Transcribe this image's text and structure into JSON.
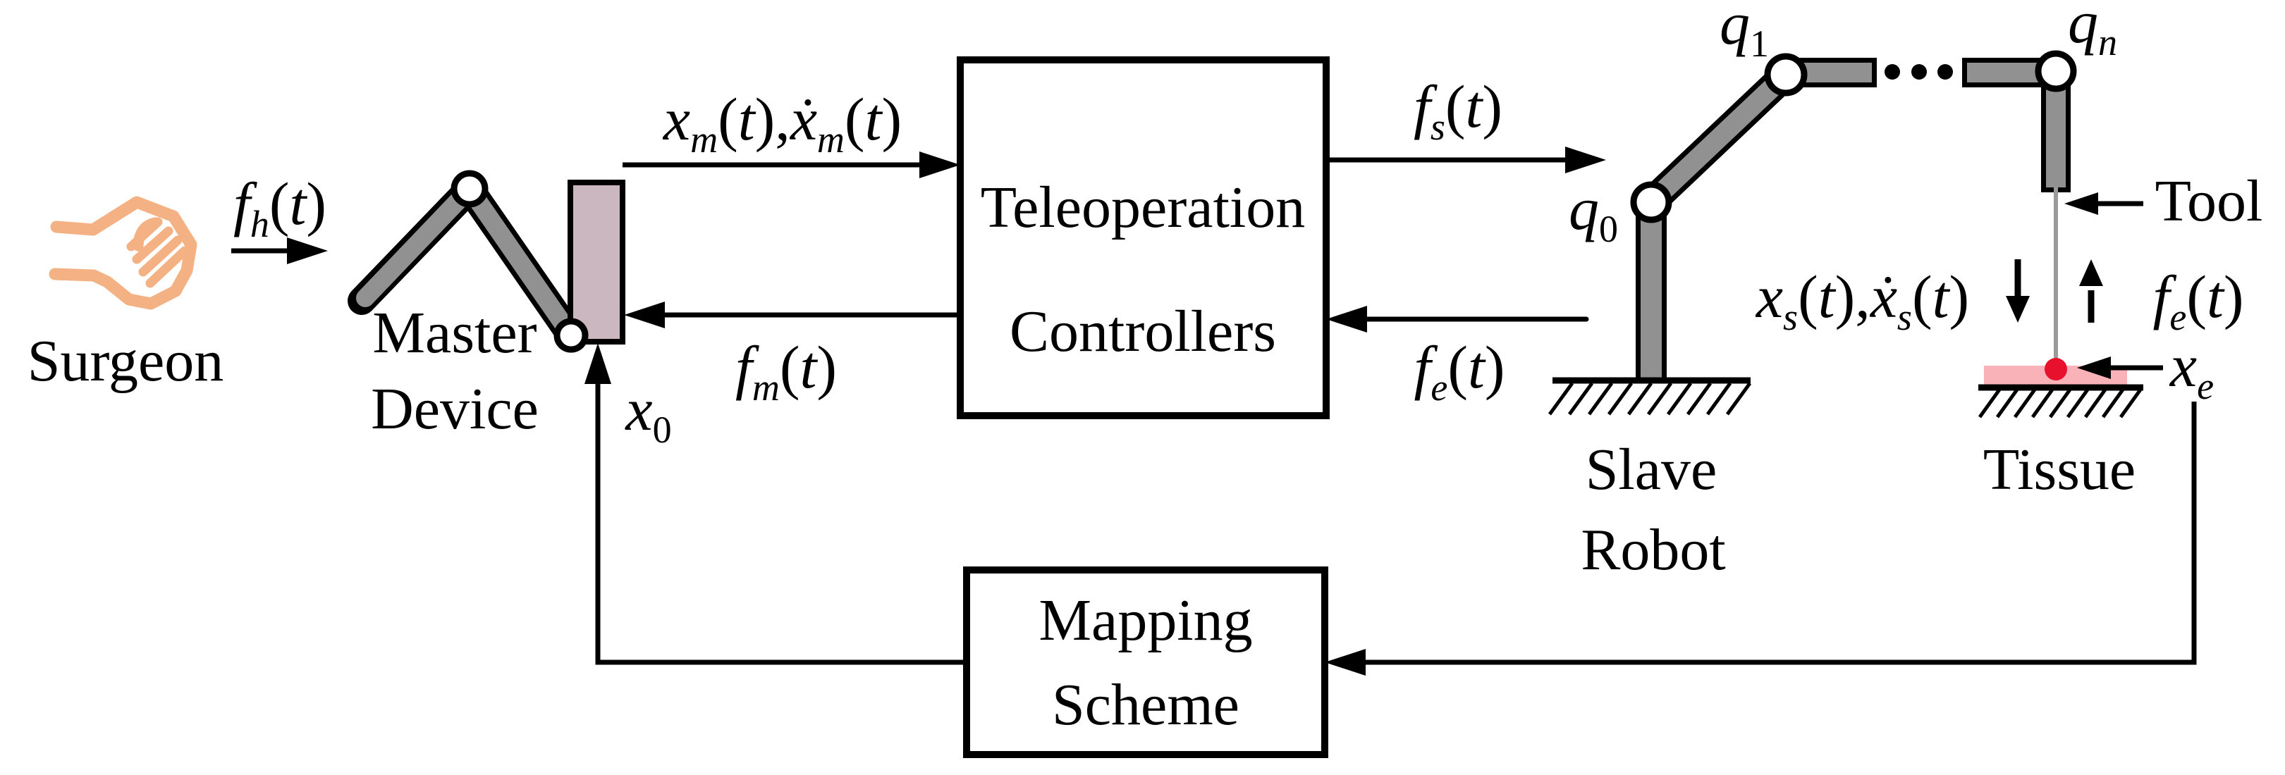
{
  "labels": {
    "surgeon": "Surgeon",
    "master_device_line1": "Master",
    "master_device_line2": "Device",
    "teleop_line1": "Teleoperation",
    "teleop_line2": "Controllers",
    "mapping_line1": "Mapping",
    "mapping_line2": "Scheme",
    "slave_line1": "Slave",
    "slave_line2": "Robot",
    "tissue": "Tissue",
    "tool": "Tool"
  },
  "math": {
    "f_h": [
      [
        "i",
        "f"
      ],
      [
        "s",
        "h"
      ],
      [
        "n",
        "("
      ],
      [
        "i",
        "t"
      ],
      [
        "n",
        ")"
      ]
    ],
    "x_m": [
      [
        "i",
        "x"
      ],
      [
        "s",
        "m"
      ],
      [
        "n",
        "("
      ],
      [
        "i",
        "t"
      ],
      [
        "n",
        "),"
      ],
      [
        "i",
        "ẋ"
      ],
      [
        "s",
        "m"
      ],
      [
        "n",
        "("
      ],
      [
        "i",
        "t"
      ],
      [
        "n",
        ")"
      ]
    ],
    "f_s": [
      [
        "i",
        "f"
      ],
      [
        "s",
        "s"
      ],
      [
        "n",
        "("
      ],
      [
        "i",
        "t"
      ],
      [
        "n",
        ")"
      ]
    ],
    "f_e_to_controllers": [
      [
        "i",
        "f"
      ],
      [
        "s",
        "e"
      ],
      [
        "n",
        "("
      ],
      [
        "i",
        "t"
      ],
      [
        "n",
        ")"
      ]
    ],
    "f_m": [
      [
        "i",
        "f"
      ],
      [
        "s",
        "m"
      ],
      [
        "n",
        "("
      ],
      [
        "i",
        "t"
      ],
      [
        "n",
        ")"
      ]
    ],
    "x_0": [
      [
        "i",
        "x"
      ],
      [
        "d",
        "0"
      ]
    ],
    "q_0": [
      [
        "i",
        "q"
      ],
      [
        "d",
        "0"
      ]
    ],
    "q_1": [
      [
        "i",
        "q"
      ],
      [
        "d",
        "1"
      ]
    ],
    "q_n": [
      [
        "i",
        "q"
      ],
      [
        "s",
        "n"
      ]
    ],
    "x_s": [
      [
        "i",
        "x"
      ],
      [
        "s",
        "s"
      ],
      [
        "n",
        "("
      ],
      [
        "i",
        "t"
      ],
      [
        "n",
        "),"
      ],
      [
        "i",
        "ẋ"
      ],
      [
        "s",
        "s"
      ],
      [
        "n",
        "("
      ],
      [
        "i",
        "t"
      ],
      [
        "n",
        ")"
      ]
    ],
    "f_e_env": [
      [
        "i",
        "f"
      ],
      [
        "s",
        "e"
      ],
      [
        "n",
        "("
      ],
      [
        "i",
        "t"
      ],
      [
        "n",
        ")"
      ]
    ],
    "x_e": [
      [
        "i",
        "x"
      ],
      [
        "s",
        "e"
      ]
    ]
  },
  "colors": {
    "hand": "#f4b183",
    "master_handle": "#cbb7c0",
    "robot_link": "#919191",
    "tissue": "#f9b2b8",
    "contact_point": "#e8112d",
    "tool_line": "#9a9a9a",
    "ink": "#000000"
  }
}
